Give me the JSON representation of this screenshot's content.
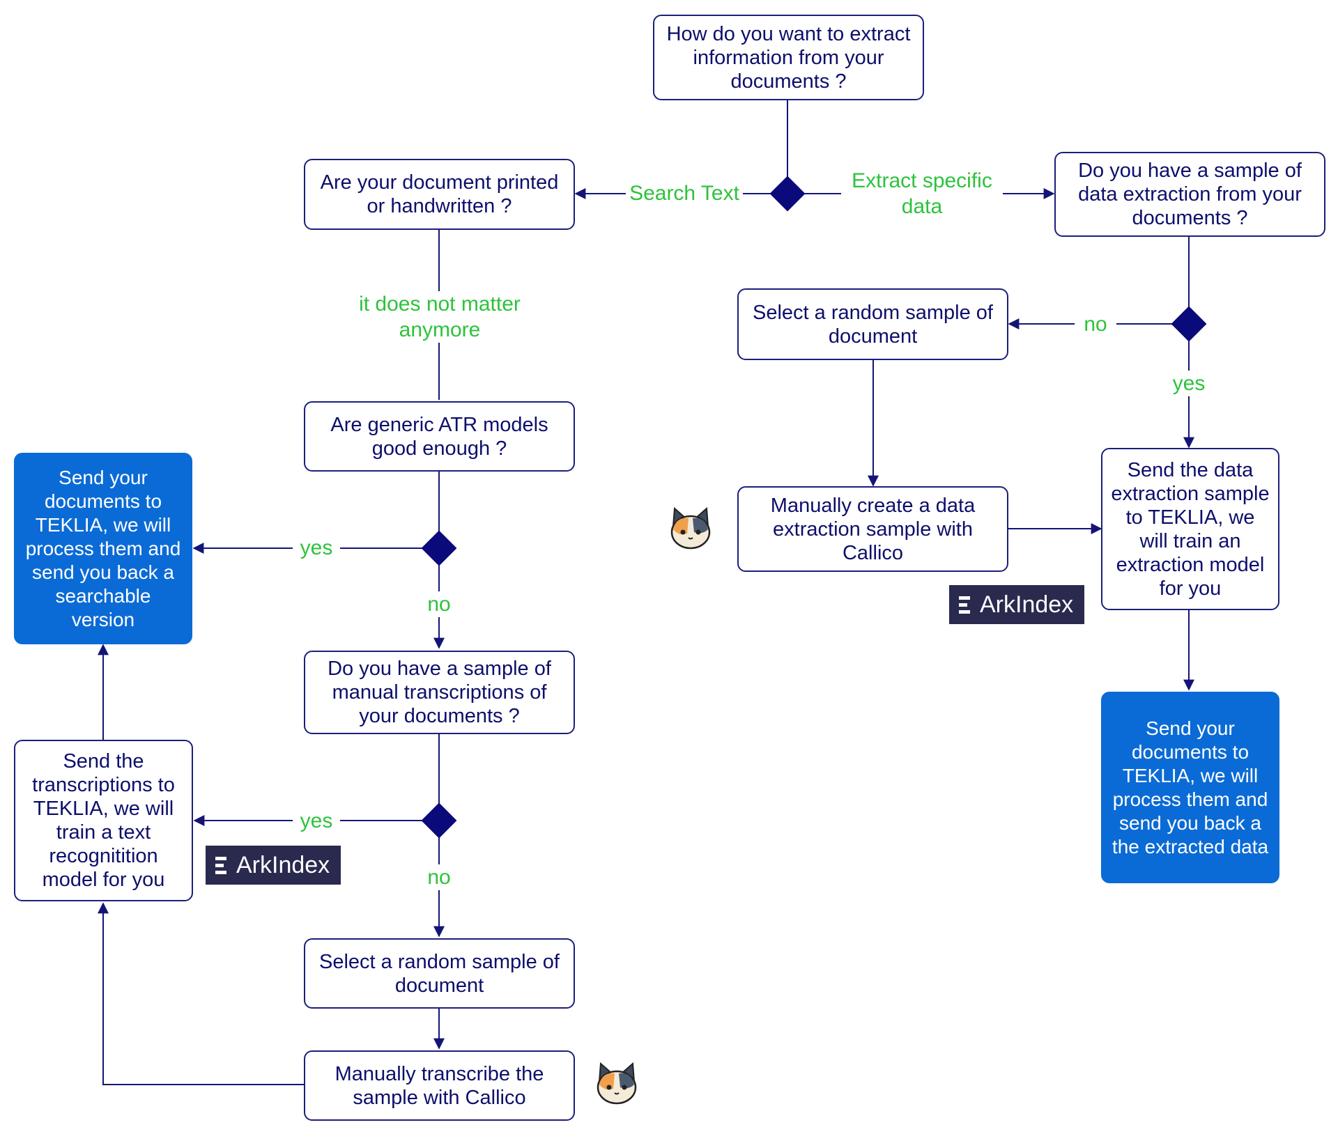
{
  "colors": {
    "node_border": "#1b1f7a",
    "node_text": "#0d0f6b",
    "edge": "#141477",
    "edge_label": "#2ec23c",
    "decision": "#0a0a7a",
    "final_fill": "#0b6bd6",
    "badge": "#2a2a4f"
  },
  "nodes": {
    "start": "How do you want to extract information from your documents ?",
    "printed": "Are your document printed or handwritten ?",
    "atr": "Are generic ATR models good enough ?",
    "manual_sample": "Do you have a sample of manual transcriptions of your documents ?",
    "random_left": "Select a random sample of document",
    "transcribe": "Manually transcribe the sample with Callico",
    "send_transcriptions": "Send the transcriptions to TEKLIA, we will train a text recognitition model for you",
    "final_searchable": "Send your documents to TEKLIA, we will process them and send you back a searchable version",
    "data_sample": "Do you have a sample of data extraction from your documents ?",
    "random_right": "Select a random sample of document",
    "create_sample": "Manually create  a data extraction sample with Callico",
    "send_extraction": "Send the data extraction sample to TEKLIA, we will train an extraction model for you",
    "final_extracted": "Send your documents to TEKLIA, we will process them and send you back a the extracted data"
  },
  "edge_labels": {
    "search_text": "Search Text",
    "extract_specific": "Extract specific data",
    "does_not_matter": "it does not matter anymore",
    "atr_yes": "yes",
    "atr_no": "no",
    "manual_yes": "yes",
    "manual_no": "no",
    "data_no": "no",
    "data_yes": "yes"
  },
  "badges": {
    "arkindex_left": "ArkIndex",
    "arkindex_right": "ArkIndex"
  },
  "icons": {
    "callico": "cat-face-icon",
    "arkindex": "arkindex-logo"
  }
}
